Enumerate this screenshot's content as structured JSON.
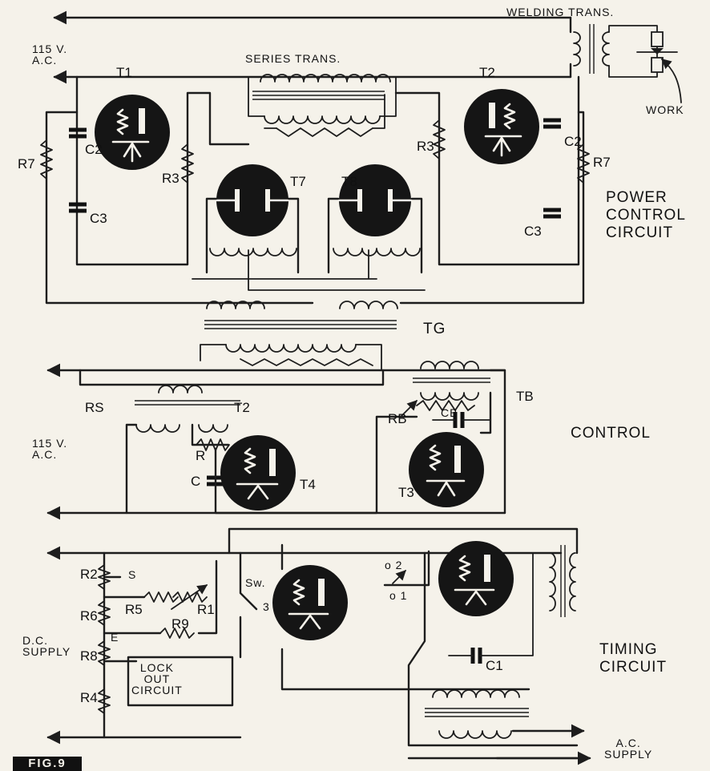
{
  "figure": {
    "badge": "FIG.9"
  },
  "section_labels": {
    "power": "POWER\nCONTROL\nCIRCUIT",
    "control": "CONTROL",
    "timing": "TIMING\nCIRCUIT"
  },
  "transformers": {
    "welding": "WELDING TRANS.",
    "series": "SERIES TRANS.",
    "tg": "TG",
    "tb": "TB",
    "t2_control": "T2"
  },
  "supplies": {
    "ac_top": "115 V.\nA.C.",
    "ac_mid": "115 V.\nA.C.",
    "dc": "D.C.\nSUPPLY",
    "ac_bottom": "A.C.\nSUPPLY"
  },
  "work": "WORK",
  "tubes": {
    "t1": "T1",
    "t2": "T2",
    "t3": "T3",
    "t4": "T4",
    "t7": "T7",
    "t8": "T8"
  },
  "components": {
    "r7_left": "R7",
    "r7_right": "R7",
    "c2_left": "C2",
    "c2_right": "C2",
    "c3_left": "C3",
    "c3_right": "C3",
    "r3_left": "R3",
    "r3_right": "R3",
    "rs": "RS",
    "rb": "RB",
    "cb": "CB",
    "r": "R",
    "c": "C",
    "r1": "R1",
    "r2": "R2",
    "r4": "R4",
    "r5": "R5",
    "r6": "R6",
    "r8": "R8",
    "r9": "R9",
    "c1": "C1",
    "s": "S",
    "e": "E",
    "sw": "Sw.",
    "sw_pos": "3",
    "pos1": "o 1",
    "pos2": "o 2"
  },
  "lockout": "LOCK\nOUT\nCIRCUIT"
}
